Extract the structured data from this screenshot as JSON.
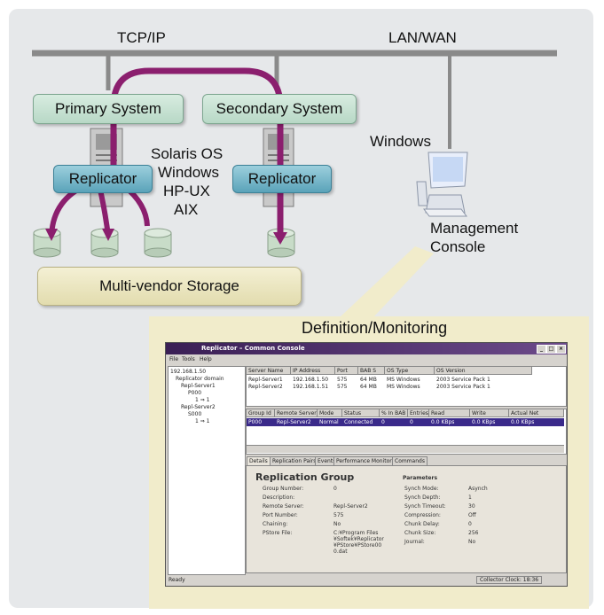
{
  "network": {
    "tcpip": "TCP/IP",
    "lanwan": "LAN/WAN"
  },
  "systems": {
    "primary": "Primary System",
    "secondary": "Secondary System"
  },
  "replicator": {
    "left": "Replicator",
    "right": "Replicator"
  },
  "os_list": [
    "Solaris OS",
    "Windows",
    "HP-UX",
    "AIX"
  ],
  "windows_label": "Windows",
  "management_console": [
    "Management",
    "Console"
  ],
  "storage": "Multi-vendor Storage",
  "definition_monitoring": "Definition/Monitoring",
  "colors": {
    "network_line": "#8a8a8a",
    "replication_path": "#8b1f6e",
    "panel_bg": "#e6e8ea"
  },
  "window": {
    "title": "Replicator – Common Console",
    "menu": [
      "File",
      "Tools",
      "Help"
    ],
    "tree": [
      "192.168.1.50",
      "Replicator domain",
      "Repl-Server1",
      "P000",
      "1 ⇒ 1",
      "Repl-Server2",
      "S000",
      "1 ⇒ 1"
    ],
    "servers": {
      "headers": [
        "Server Name",
        "IP Address",
        "Port",
        "BAB S",
        "OS Type",
        "OS Version"
      ],
      "rows": [
        [
          "Repl-Server1",
          "192.168.1.50",
          "575",
          "64 MB",
          "MS Windows",
          "2003 Service Pack 1"
        ],
        [
          "Repl-Server2",
          "192.168.1.51",
          "575",
          "64 MB",
          "MS Windows",
          "2003 Service Pack 1"
        ]
      ]
    },
    "groups": {
      "headers": [
        "Group Id",
        "Remote Server",
        "Mode",
        "Status",
        "% In BAB",
        "Entries",
        "Read",
        "Write",
        "Actual Net"
      ],
      "rows": [
        [
          "P000",
          "Repl-Server2",
          "Normal",
          "Connected",
          "0",
          "0",
          "0.0 KBps",
          "0.0 KBps",
          "0.0 KBps"
        ]
      ]
    },
    "tabs": [
      "Details",
      "Replication Pairs",
      "Events",
      "Performance Monitor",
      "Commands"
    ],
    "detail_title": "Replication Group",
    "detail_left": [
      [
        "Group Number:",
        "0"
      ],
      [
        "Description:",
        ""
      ],
      [
        "Remote Server:",
        "Repl-Server2"
      ],
      [
        "Port Number:",
        "575"
      ],
      [
        "Chaining:",
        "No"
      ],
      [
        "PStore File:",
        "C:¥Program Files¥Softek¥Replicator¥PStore¥PStore000.dat"
      ]
    ],
    "parameters_title": "Parameters",
    "detail_right": [
      [
        "Synch Mode:",
        "Asynch"
      ],
      [
        "Synch Depth:",
        "1"
      ],
      [
        "Synch Timeout:",
        "30"
      ],
      [
        "Compression:",
        "Off"
      ],
      [
        "Chunk Delay:",
        "0"
      ],
      [
        "Chunk Size:",
        "256"
      ],
      [
        "Journal:",
        "No"
      ]
    ],
    "status_ready": "Ready",
    "status_clock": "Collector Clock: 18:36"
  }
}
